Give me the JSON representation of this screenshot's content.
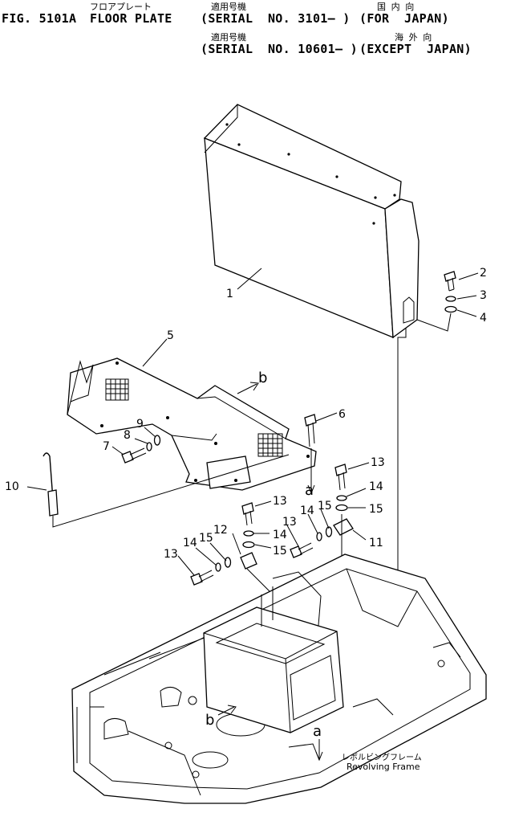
{
  "header": {
    "fig_no": "FIG. 5101A",
    "title_jp": "フロアプレート",
    "title_en": "FLOOR PLATE",
    "applicable_jp_1": "適用号機",
    "serial_1": "(SERIAL  NO. 3101– )",
    "region_jp_1": "国 内 向",
    "region_1": "(FOR  JAPAN)",
    "applicable_jp_2": "適用号機",
    "serial_2": "(SERIAL  NO. 10601– )",
    "region_jp_2": "海 外 向",
    "region_2": "(EXCEPT  JAPAN)"
  },
  "callouts": [
    "1",
    "2",
    "3",
    "4",
    "5",
    "6",
    "7",
    "8",
    "9",
    "10",
    "11",
    "12",
    "13",
    "13",
    "13",
    "13",
    "14",
    "14",
    "14",
    "14",
    "15",
    "15",
    "15",
    "15"
  ],
  "refs": {
    "a_top": "a",
    "a_bottom": "a",
    "b_top": "b",
    "b_bottom": "b"
  },
  "caption": {
    "jp": "レボルビングフレーム",
    "en": "Revolving Frame"
  }
}
